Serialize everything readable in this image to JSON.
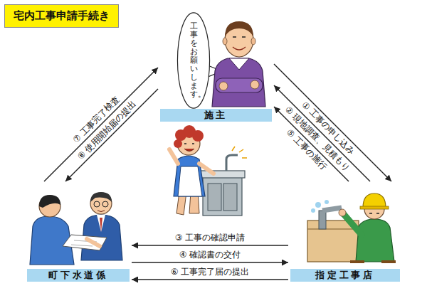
{
  "diagram": {
    "title": "宅内工事申請手続き",
    "nodes": [
      {
        "text": [
          "施主"
        ]
      },
      {
        "text": [
          "工事をお願いします。"
        ]
      },
      {
        "text": [
          "町下水道係"
        ]
      },
      {
        "text": [
          "指定工事店"
        ]
      }
    ],
    "edges": [
      {
        "from": 0,
        "to": 3,
        "label": "① 工事の申し込み",
        "arrow": "to"
      },
      {
        "from": 3,
        "to": 0,
        "label": "② 現地調査、見積もり",
        "arrow": "to"
      },
      {
        "from": 3,
        "to": 0,
        "label": "⑤ 工事の施行",
        "arrow": "to"
      },
      {
        "from": 2,
        "to": 0,
        "label": "⑦ 工事完了検査",
        "arrow": "to"
      },
      {
        "from": 0,
        "to": 2,
        "label": "⑧ 使用開始届の提出",
        "arrow": "to"
      },
      {
        "from": 3,
        "to": 2,
        "label": "③ 工事の確認申請",
        "arrow": "to"
      },
      {
        "from": 2,
        "to": 3,
        "label": "④ 確認書の交付",
        "arrow": "to"
      },
      {
        "from": 3,
        "to": 2,
        "label": "⑥ 工事完了届の提出",
        "arrow": "to"
      }
    ]
  }
}
